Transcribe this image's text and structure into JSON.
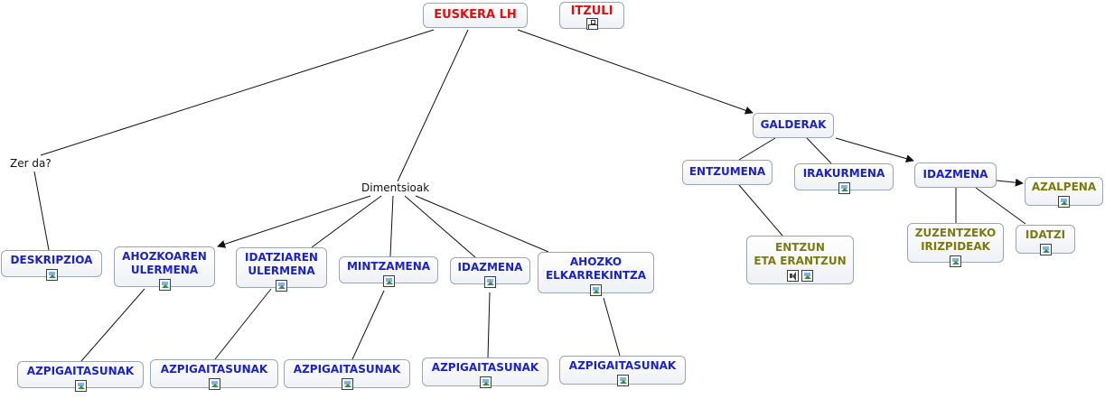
{
  "root": {
    "label": "EUSKERA LH"
  },
  "back": {
    "label": "ITZULI"
  },
  "link_labels": {
    "zer_da": "Zer da?",
    "dimentsioak": "Dimentsioak"
  },
  "nodes": {
    "deskripzioa": "DESKRIPZIOA",
    "ahozkoaren_ulermena": "AHOZKOAREN\nULERMENA",
    "idatziaren_ulermena": "IDATZIAREN\nULERMENA",
    "mintzamena": "MINTZAMENA",
    "idazmena": "IDAZMENA",
    "ahozko_elkarrekintza": "AHOZKO\nELKARREKINTZA",
    "galderak": "GALDERAK",
    "entzumena": "ENTZUMENA",
    "irakurmena": "IRAKURMENA",
    "idazmena2": "IDAZMENA",
    "entzun_eta_erantzun": "ENTZUN\nETA ERANTZUN",
    "azalpena": "AZALPENA",
    "zuzentzeko_irizpideak": "ZUZENTZEKO\nIRIZPIDEAK",
    "idatzi": "IDATZI",
    "azpigaitasunak": [
      "AZPIGAITASUNAK",
      "AZPIGAITASUNAK",
      "AZPIGAITASUNAK",
      "AZPIGAITASUNAK",
      "AZPIGAITASUNAK"
    ]
  },
  "icon_names": {
    "image": "image-icon",
    "sound": "sound-icon",
    "concept_map": "concept-map-icon"
  },
  "colors": {
    "blue_text": "#1a22c8",
    "olive_text": "#7a7a10",
    "red_text": "#e01010",
    "link": "#111111"
  }
}
